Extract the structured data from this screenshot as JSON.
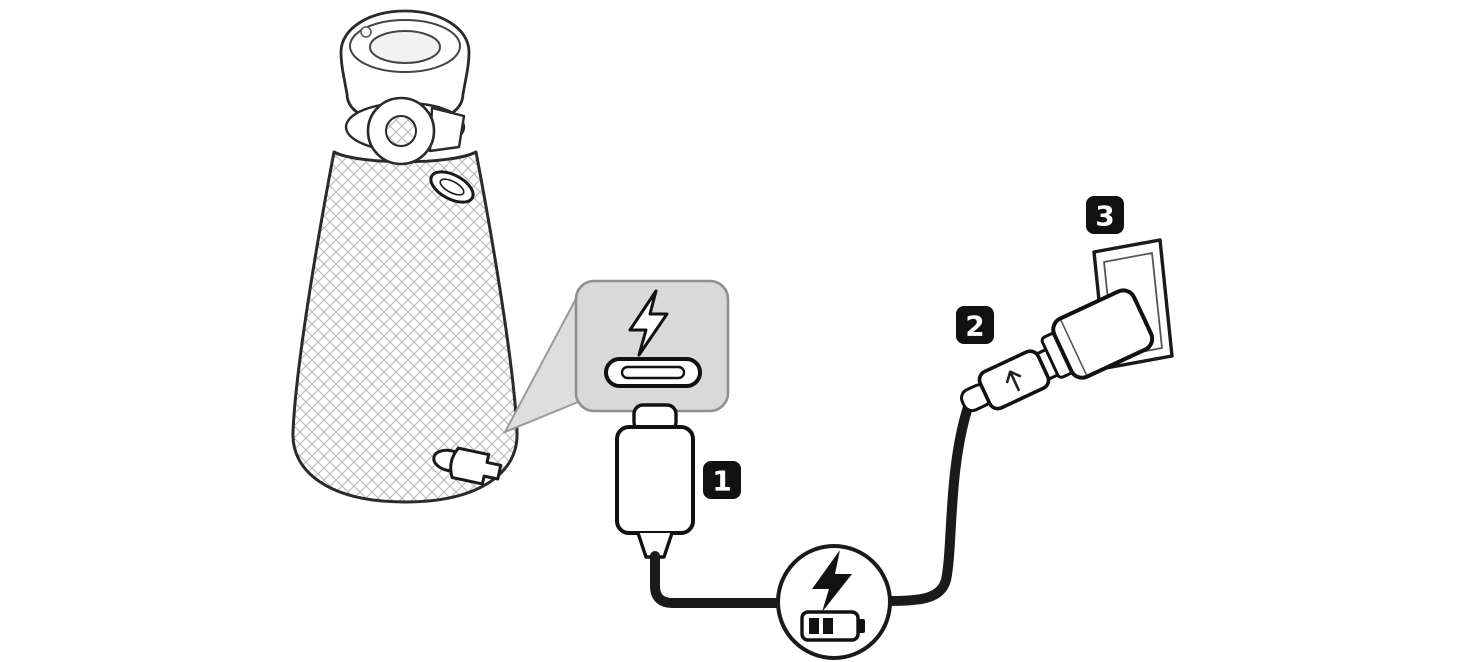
{
  "diagram": {
    "description": "Portable speaker USB-C charging instruction diagram",
    "steps": [
      {
        "number": "1",
        "name": "usb-c-cable-connector"
      },
      {
        "number": "2",
        "name": "usb-plug"
      },
      {
        "number": "3",
        "name": "power-adapter-in-wall-outlet"
      }
    ],
    "callout": {
      "icons": [
        "charging-bolt",
        "usb-c-port"
      ]
    },
    "charging_indicator": {
      "icons": [
        "charging-bolt",
        "battery-two-bars"
      ]
    },
    "colors": {
      "outline": "#1a1a1a",
      "callout_fill": "#d9d9d9",
      "callout_border": "#8f8f8f",
      "label_bg": "#111111",
      "label_text": "#ffffff",
      "hatch": "#b8b8b8",
      "background": "#ffffff"
    }
  }
}
